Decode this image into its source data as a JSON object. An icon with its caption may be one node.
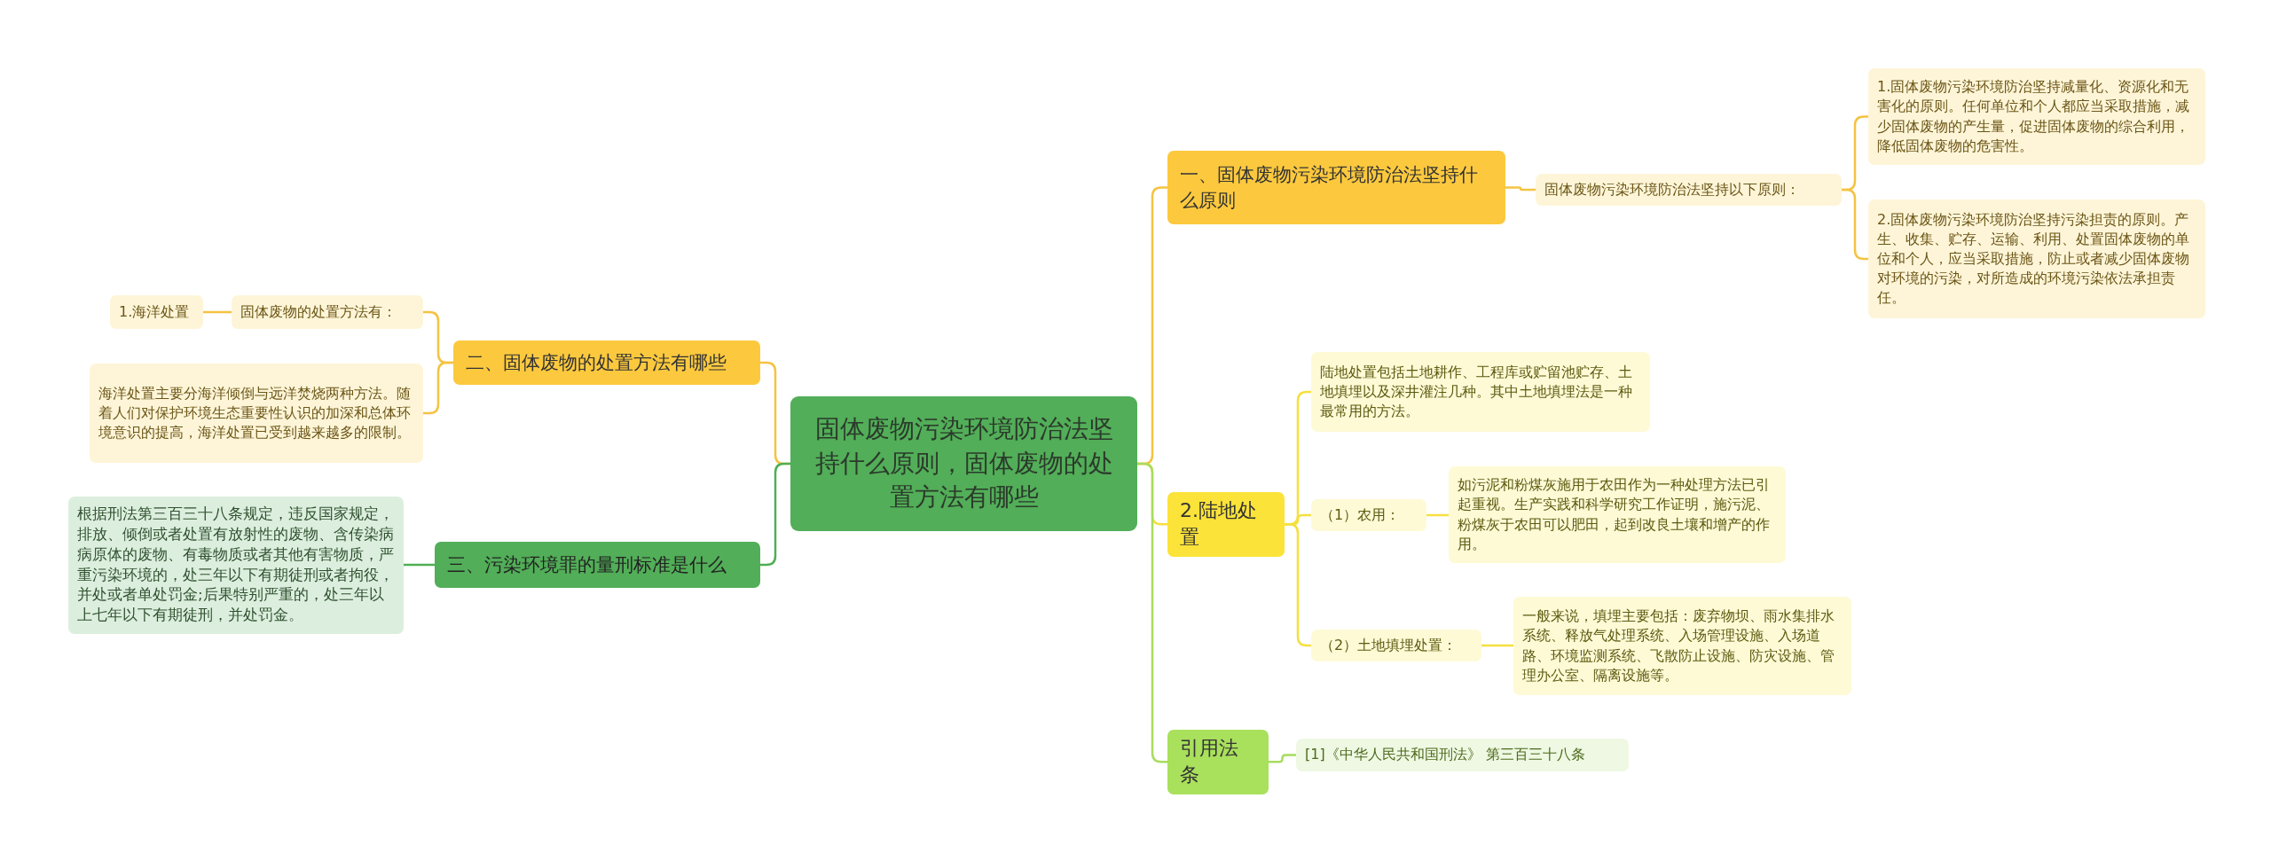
{
  "diagram": {
    "nodes": [
      {
        "text": [
          "固体废物污染环境防治法坚持什么原则，固体废物的处置方法有哪些"
        ]
      },
      {
        "text": [
          "一、固体废物污染环境防治法坚持什么原则"
        ]
      },
      {
        "text": [
          "固体废物污染环境防治法坚持以下原则："
        ]
      },
      {
        "text": [
          "1.固体废物污染环境防治坚持减量化、资源化和无害化的原则。任何单位和个人都应当采取措施，减少固体废物的产生量，促进固体废物的综合利用，降低固体废物的危害性。"
        ]
      },
      {
        "text": [
          "2.固体废物污染环境防治坚持污染担责的原则。产生、收集、贮存、运输、利用、处置固体废物的单位和个人，应当采取措施，防止或者减少固体废物对环境的污染，对所造成的环境污染依法承担责任。"
        ]
      },
      {
        "text": [
          "2.陆地处置"
        ]
      },
      {
        "text": [
          "陆地处置包括土地耕作、工程库或贮留池贮存、土地填埋以及深井灌注几种。其中土地填埋法是一种最常用的方法。"
        ]
      },
      {
        "text": [
          "（1）农用："
        ]
      },
      {
        "text": [
          "如污泥和粉煤灰施用于农田作为一种处理方法已引起重视。生产实践和科学研究工作证明，施污泥、粉煤灰于农田可以肥田，起到改良土壤和增产的作用。"
        ]
      },
      {
        "text": [
          "（2）土地填埋处置："
        ]
      },
      {
        "text": [
          "一般来说，填埋主要包括：废弃物坝、雨水集排水系统、释放气处理系统、入场管理设施、入场道路、环境监测系统、飞散防止设施、防灾设施、管理办公室、隔离设施等。"
        ]
      },
      {
        "text": [
          "引用法条"
        ]
      },
      {
        "text": [
          "[1]《中华人民共和国刑法》 第三百三十八条"
        ]
      },
      {
        "text": [
          "二、固体废物的处置方法有哪些"
        ]
      },
      {
        "text": [
          "固体废物的处置方法有："
        ]
      },
      {
        "text": [
          "1.海洋处置"
        ]
      },
      {
        "text": [
          "海洋处置主要分海洋倾倒与远洋焚烧两种方法。随着人们对保护环境生态重要性认识的加深和总体环境意识的提高，海洋处置已受到越来越多的限制。"
        ]
      },
      {
        "text": [
          "三、污染环境罪的量刑标准是什么"
        ]
      },
      {
        "text": [
          "根据刑法第三百三十八条规定，违反国家规定，排放、倾倒或者处置有放射性的废物、含传染病病原体的废物、有毒物质或者其他有害物质，严重污染环境的，处三年以下有期徒刑或者拘役，并处或者单处罚金;后果特别严重的，处三年以上七年以下有期徒刑，并处罚金。"
        ]
      }
    ],
    "edges": [
      {
        "from": 0,
        "to": 1,
        "arrow": "none",
        "color": "#f5c342"
      },
      {
        "from": 1,
        "to": 2,
        "arrow": "none",
        "color": "#f5c342"
      },
      {
        "from": 2,
        "to": 3,
        "arrow": "none",
        "color": "#f5c342"
      },
      {
        "from": 2,
        "to": 4,
        "arrow": "none",
        "color": "#f5c342"
      },
      {
        "from": 0,
        "to": 5,
        "arrow": "none",
        "color": "#f5e03f"
      },
      {
        "from": 5,
        "to": 6,
        "arrow": "none",
        "color": "#f5e03f"
      },
      {
        "from": 5,
        "to": 7,
        "arrow": "none",
        "color": "#f5e03f"
      },
      {
        "from": 7,
        "to": 8,
        "arrow": "none",
        "color": "#f5e03f"
      },
      {
        "from": 5,
        "to": 9,
        "arrow": "none",
        "color": "#f5e03f"
      },
      {
        "from": 9,
        "to": 10,
        "arrow": "none",
        "color": "#f5e03f"
      },
      {
        "from": 0,
        "to": 11,
        "arrow": "none",
        "color": "#a8dc5e"
      },
      {
        "from": 11,
        "to": 12,
        "arrow": "none",
        "color": "#a8dc5e"
      },
      {
        "from": 0,
        "to": 13,
        "arrow": "none",
        "color": "#f5c342"
      },
      {
        "from": 13,
        "to": 14,
        "arrow": "none",
        "color": "#f5c342"
      },
      {
        "from": 14,
        "to": 15,
        "arrow": "none",
        "color": "#f5c342"
      },
      {
        "from": 13,
        "to": 16,
        "arrow": "none",
        "color": "#f5c342"
      },
      {
        "from": 0,
        "to": 17,
        "arrow": "none",
        "color": "#4fae55"
      },
      {
        "from": 17,
        "to": 18,
        "arrow": "none",
        "color": "#4fae55"
      }
    ]
  }
}
